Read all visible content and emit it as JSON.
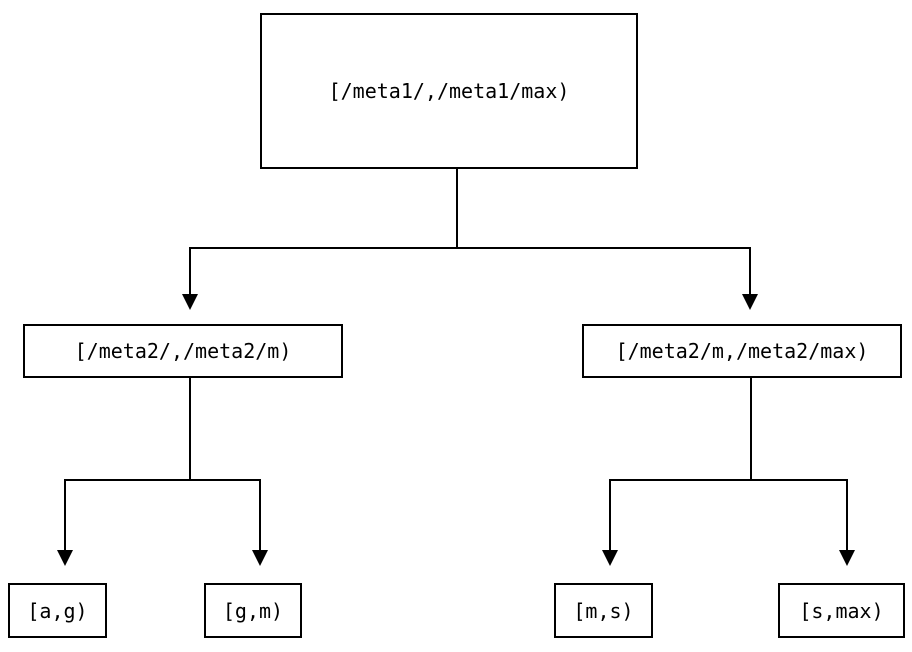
{
  "diagram": {
    "type": "tree",
    "root": {
      "label": "[/meta1/,/meta1/max)"
    },
    "level2": [
      {
        "label": "[/meta2/,/meta2/m)"
      },
      {
        "label": "[/meta2/m,/meta2/max)"
      }
    ],
    "leaves": [
      {
        "label": "[a,g)"
      },
      {
        "label": "[g,m)"
      },
      {
        "label": "[m,s)"
      },
      {
        "label": "[s,max)"
      }
    ],
    "edges": [
      {
        "from": "root",
        "to": "level2.0"
      },
      {
        "from": "root",
        "to": "level2.1"
      },
      {
        "from": "level2.0",
        "to": "leaves.0"
      },
      {
        "from": "level2.0",
        "to": "leaves.1"
      },
      {
        "from": "level2.1",
        "to": "leaves.2"
      },
      {
        "from": "level2.1",
        "to": "leaves.3"
      }
    ],
    "colors": {
      "background": "#ffffff",
      "box_border": "#000000",
      "line": "#000000",
      "text": "#000000"
    }
  }
}
